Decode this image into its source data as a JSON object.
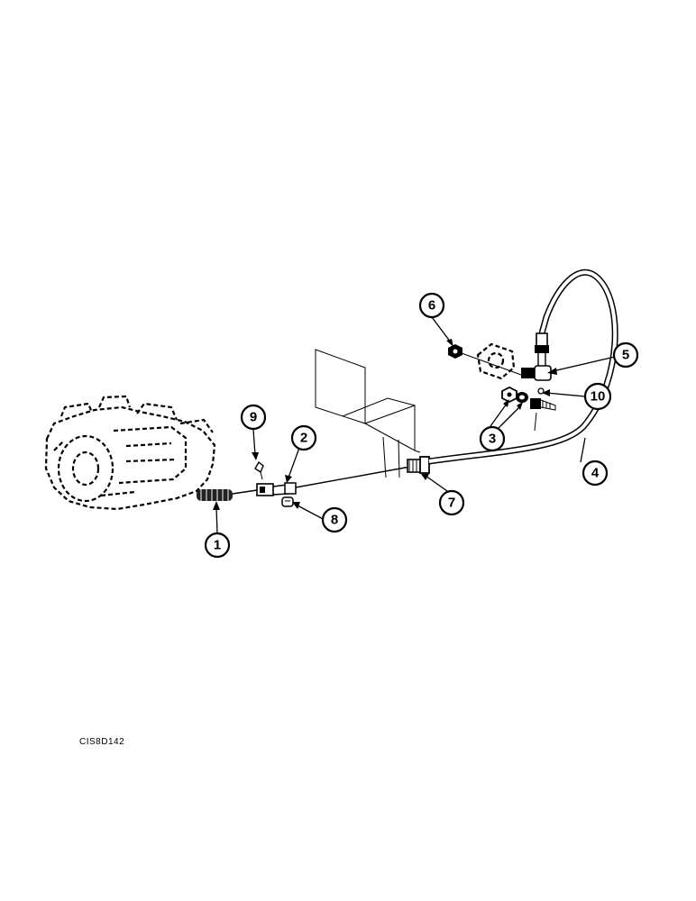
{
  "reference_code": "CIS8D142",
  "callouts": {
    "c1": "1",
    "c2": "2",
    "c3": "3",
    "c4": "4",
    "c5": "5",
    "c6": "6",
    "c7": "7",
    "c8": "8",
    "c9": "9",
    "c10": "10"
  }
}
